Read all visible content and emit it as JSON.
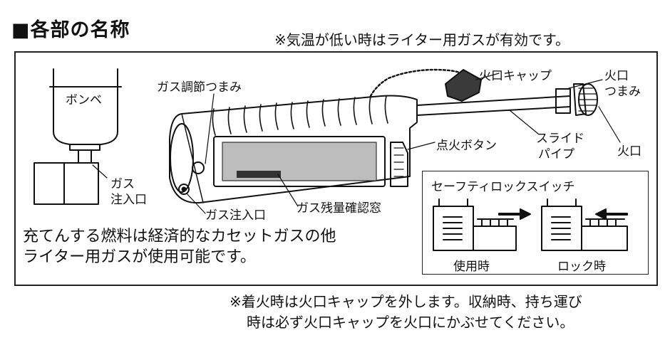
{
  "header": {
    "title": "■各部の名称",
    "note": "※気温が低い時はライター用ガスが有効です。"
  },
  "labels": {
    "bombe": "ボンベ",
    "gas_adjust": "ガス調節つまみ",
    "cap": "火口キャップ",
    "knob_line1": "火口",
    "knob_line2": "つまみ",
    "ignite": "点火ボタン",
    "slide_line1": "スライド",
    "slide_line2": "パイプ",
    "nozzle": "火口",
    "gas_inlet_left_line1": "ガス",
    "gas_inlet_left_line2": "注入口",
    "gas_inlet": "ガス注入口",
    "gas_window": "ガス残量確認窓"
  },
  "description": {
    "line1": "充てんする燃料は経済的なカセットガスの他",
    "line2": "ライター用ガスが使用可能です。"
  },
  "safety_lock": {
    "title": "セーフティロックスイッチ",
    "in_use": "使用時",
    "locked": "ロック時"
  },
  "footer": {
    "line1": "※着火時は火口キャップを外します。収納時、持ち運び",
    "line2": "時は必ず火口キャップを火口にかぶせてください。"
  }
}
